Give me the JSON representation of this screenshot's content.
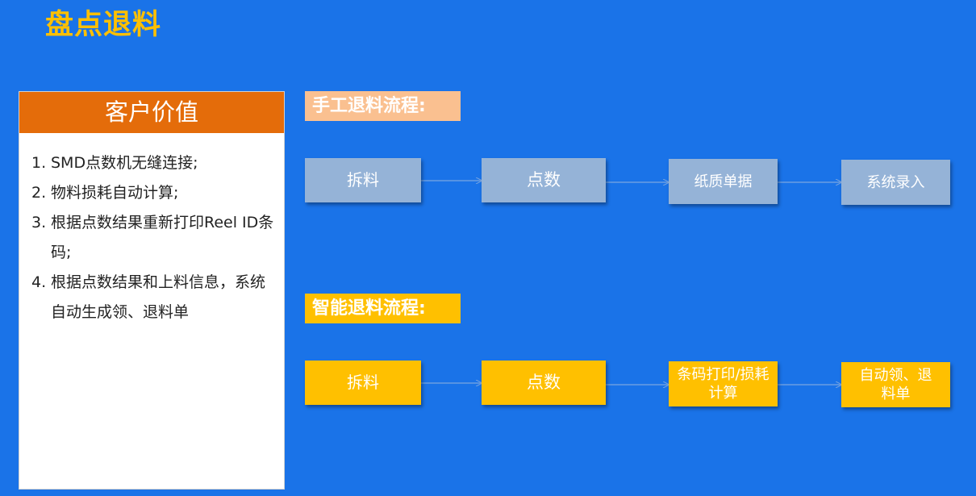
{
  "page_title": "盘点退料",
  "customer_value": {
    "header": "客户价值",
    "items": [
      {
        "num": "1.",
        "text": "SMD点数机无缝连接;"
      },
      {
        "num": "2.",
        "text": "物料损耗自动计算;"
      },
      {
        "num": "3.",
        "text": "根据点数结果重新打印Reel ID条码;"
      },
      {
        "num": "4.",
        "text": "根据点数结果和上料信息，系统自动生成领、退料单"
      }
    ]
  },
  "manual_flow": {
    "label": "手工退料流程:",
    "color": "#95b3d7",
    "steps": [
      "拆料",
      "点数",
      "纸质单据",
      "系统录入"
    ]
  },
  "smart_flow": {
    "label": "智能退料流程:",
    "color": "#ffc000",
    "steps": [
      "拆料",
      "点数",
      "条码打印/损耗计算",
      "自动领、退料单"
    ]
  },
  "colors": {
    "background": "#1a73e8",
    "title": "#ffc000",
    "card_header": "#e46c0a",
    "manual_label": "#fac090",
    "smart_label": "#ffc000"
  }
}
